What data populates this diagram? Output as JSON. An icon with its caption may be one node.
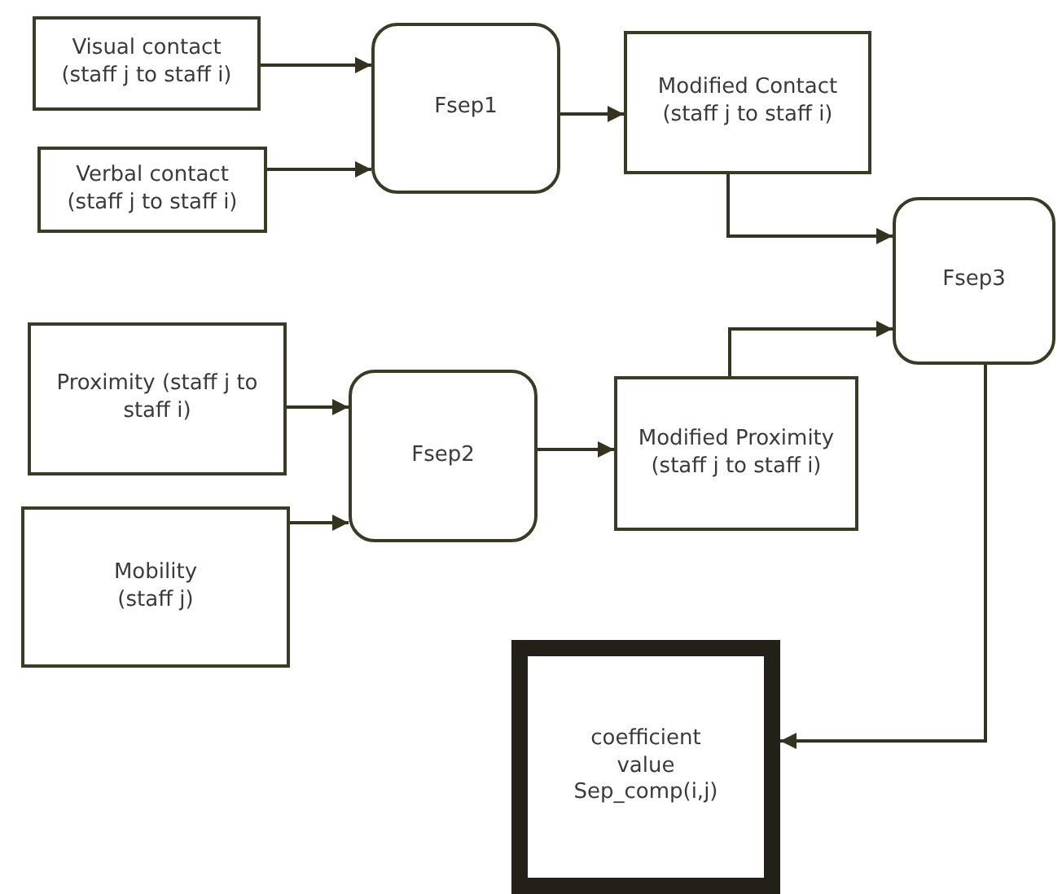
{
  "diagram": {
    "nodes": [
      {
        "text": [
          "Visual contact (staff j to staff i)"
        ]
      },
      {
        "text": [
          "Verbal contact (staff j to staff i)"
        ]
      },
      {
        "text": [
          "Fsep1"
        ]
      },
      {
        "text": [
          "Modified Contact (staff j to staff i)"
        ]
      },
      {
        "text": [
          "Fsep3"
        ]
      },
      {
        "text": [
          "Proximity (staff j to staff i)"
        ]
      },
      {
        "text": [
          "Fsep2"
        ]
      },
      {
        "text": [
          "Modified Proximity (staff j to staff i)"
        ]
      },
      {
        "text": [
          "Mobility (staff j)"
        ]
      },
      {
        "text": [
          "coefficient value Sep_comp(i,j)"
        ]
      }
    ],
    "edges": [
      {
        "from": 0,
        "to": 2,
        "arrow": "to"
      },
      {
        "from": 1,
        "to": 2,
        "arrow": "to"
      },
      {
        "from": 2,
        "to": 3,
        "arrow": "to"
      },
      {
        "from": 3,
        "to": 4,
        "arrow": "to"
      },
      {
        "from": 5,
        "to": 6,
        "arrow": "to"
      },
      {
        "from": 8,
        "to": 6,
        "arrow": "to"
      },
      {
        "from": 6,
        "to": 7,
        "arrow": "to"
      },
      {
        "from": 7,
        "to": 4,
        "arrow": "to"
      },
      {
        "from": 4,
        "to": 9,
        "arrow": "to"
      }
    ]
  }
}
